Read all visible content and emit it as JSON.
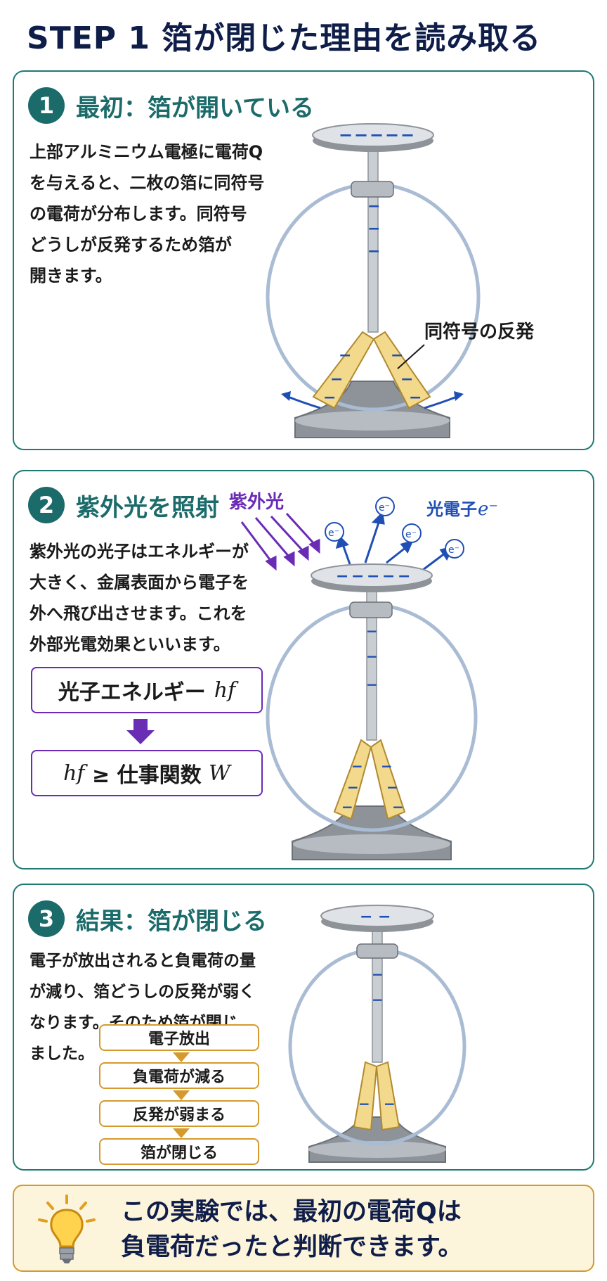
{
  "title": "STEP 1  箔が閉じた理由を読み取る",
  "steps": [
    {
      "number": "1",
      "title": "最初：箔が開いている",
      "text": "上部アルミニウム電極に電荷Q\nを与えると、二枚の箔に同符号\nの電荷が分布します。同符号\nどうしが反発するため箔が\n開きます。",
      "label": "同符号の反発"
    },
    {
      "number": "2",
      "title": "紫外光を照射",
      "text": "紫外光の光子はエネルギーが\n大きく、金属表面から電子を\n外へ飛び出させます。これを\n外部光電効果といいます。",
      "uv_label": "紫外光",
      "photo_label": "光電子",
      "photo_symbol": "e⁻",
      "electron": "e⁻",
      "box1_text": "光子エネルギー",
      "box1_math": "hf",
      "box2_math": "hf",
      "box2_text": " ≥ 仕事関数 ",
      "box2_math2": "W"
    },
    {
      "number": "3",
      "title": "結果：箔が閉じる",
      "text": "電子が放出されると負電荷の量\nが減り、箔どうしの反発が弱く\nなります。そのため箔が閉じ\nました。",
      "flow": [
        "電子放出",
        "負電荷が減る",
        "反発が弱まる",
        "箔が閉じる"
      ]
    }
  ],
  "conclusion": "この実験では、最初の電荷Qは\n負電荷だったと判断できます。",
  "minus": "−",
  "colors": {
    "teal": "#1b6b6a",
    "navy": "#0f1d49",
    "purple": "#6a2bb5",
    "blue": "#1f4fb5",
    "gold": "#d49a2e",
    "foil": "#f3d98c"
  }
}
